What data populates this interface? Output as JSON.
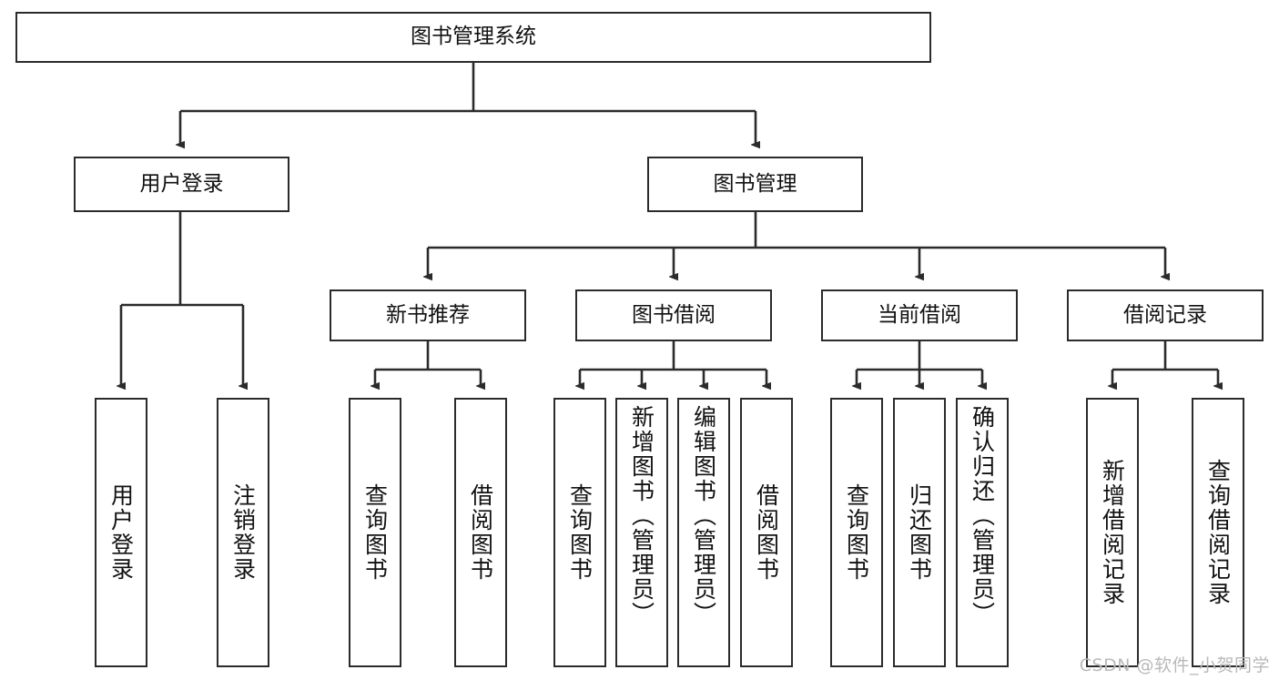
{
  "diagram": {
    "type": "tree-hierarchy",
    "title": "图书管理系统",
    "watermark": "CSDN @软件_小贺同学",
    "colors": {
      "background": "#ffffff",
      "border": "#2b2b2b",
      "text": "#111111",
      "edge": "#2b2b2b",
      "watermark": "#b9b9b9"
    },
    "nodes": {
      "root": {
        "label": "图书管理系统"
      },
      "level2": [
        {
          "id": "user-login",
          "label": "用户登录"
        },
        {
          "id": "book-manage",
          "label": "图书管理"
        }
      ],
      "level3": [
        {
          "id": "new-book-recommend",
          "label": "新书推荐"
        },
        {
          "id": "book-borrow",
          "label": "图书借阅"
        },
        {
          "id": "current-borrow",
          "label": "当前借阅"
        },
        {
          "id": "borrow-record",
          "label": "借阅记录"
        }
      ],
      "leaves": {
        "user-login": [
          {
            "id": "leaf-user-login",
            "label": "用户登录"
          },
          {
            "id": "leaf-logout-login",
            "label": "注销登录"
          }
        ],
        "new-book-recommend": [
          {
            "id": "leaf-query-book-1",
            "label": "查询图书"
          },
          {
            "id": "leaf-borrow-book-1",
            "label": "借阅图书"
          }
        ],
        "book-borrow": [
          {
            "id": "leaf-query-book-2",
            "label": "查询图书"
          },
          {
            "id": "leaf-add-book",
            "label": "新增图书（管理员）"
          },
          {
            "id": "leaf-edit-book",
            "label": "编辑图书（管理员）"
          },
          {
            "id": "leaf-borrow-book-2",
            "label": "借阅图书"
          }
        ],
        "current-borrow": [
          {
            "id": "leaf-query-book-3",
            "label": "查询图书"
          },
          {
            "id": "leaf-return-book",
            "label": "归还图书"
          },
          {
            "id": "leaf-confirm-return",
            "label": "确认归还（管理员）"
          }
        ],
        "borrow-record": [
          {
            "id": "leaf-add-record",
            "label": "新增借阅记录"
          },
          {
            "id": "leaf-query-record",
            "label": "查询借阅记录"
          }
        ]
      }
    }
  }
}
